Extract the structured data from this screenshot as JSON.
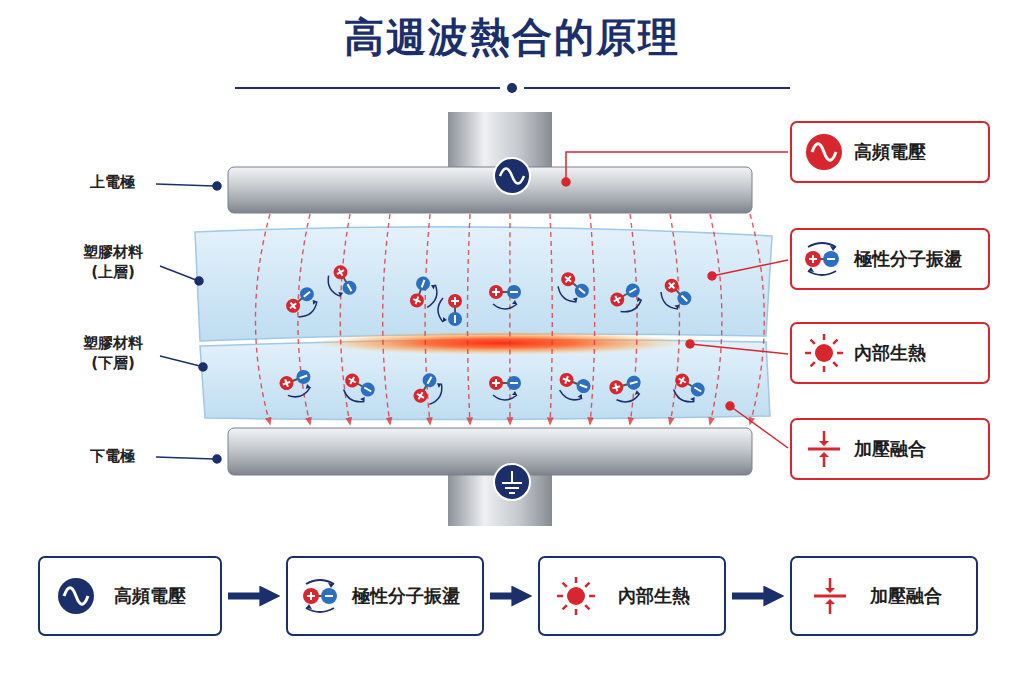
{
  "diagram": {
    "title": "高週波熱合的原理",
    "nodes": [
      {
        "text": [
          "高頻電壓"
        ]
      },
      {
        "text": [
          "極性分子振盪"
        ]
      },
      {
        "text": [
          "內部生熱"
        ]
      },
      {
        "text": [
          "加壓融合"
        ]
      },
      {
        "text": [
          "高頻電壓"
        ]
      },
      {
        "text": [
          "極性分子振盪"
        ]
      },
      {
        "text": [
          "內部生熱"
        ]
      },
      {
        "text": [
          "加壓融合"
        ]
      }
    ],
    "edges": [
      {
        "from": 4,
        "to": 5,
        "arrow": "to"
      },
      {
        "from": 5,
        "to": 6,
        "arrow": "to"
      },
      {
        "from": 6,
        "to": 7,
        "arrow": "to"
      }
    ],
    "labels": [
      "上電極",
      "塑膠材料 (上層)",
      "塑膠材料 (下層)",
      "下電極"
    ]
  }
}
